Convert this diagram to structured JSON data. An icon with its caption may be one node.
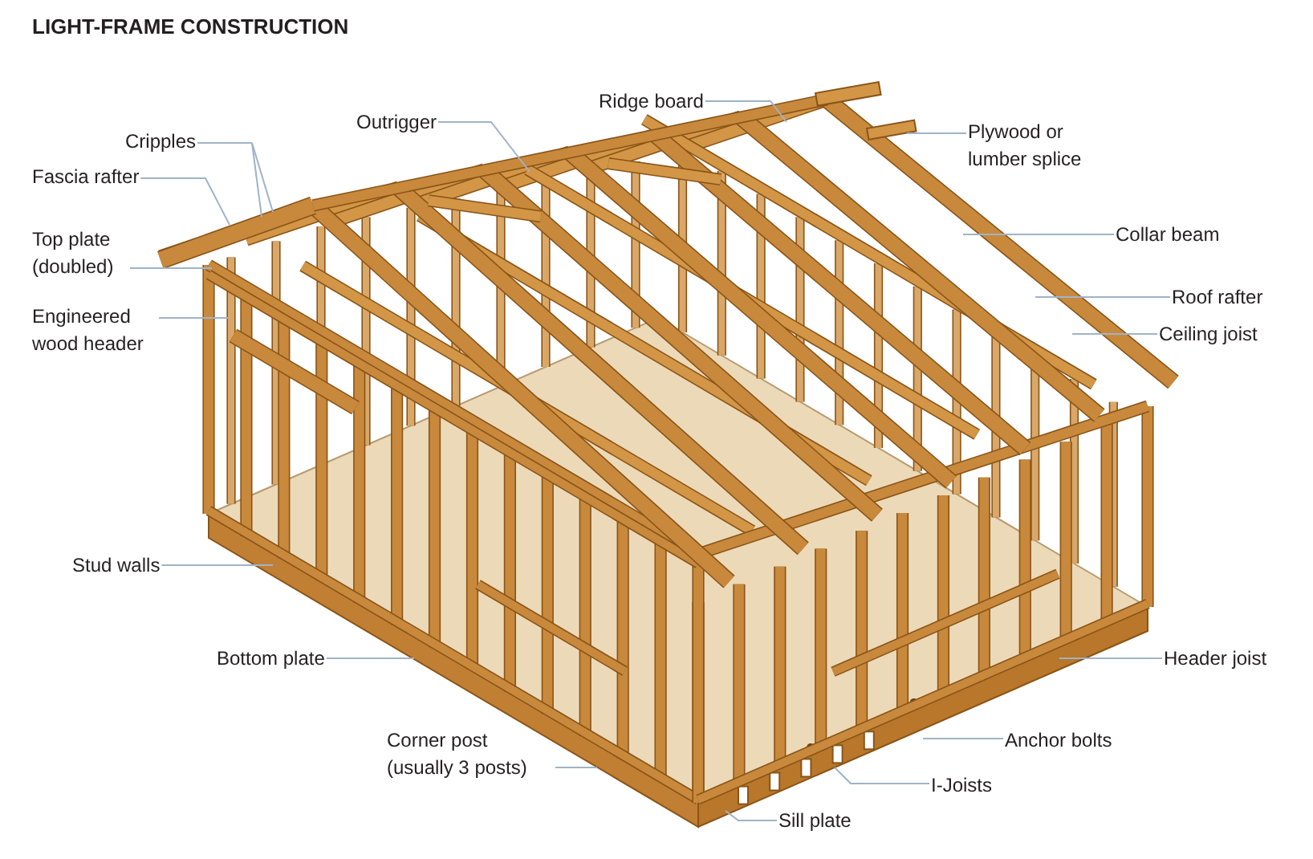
{
  "diagram": {
    "title": "LIGHT-FRAME CONSTRUCTION",
    "nodes": [
      {
        "text": [
          "Cripples"
        ]
      },
      {
        "text": [
          "Fascia rafter"
        ]
      },
      {
        "text": [
          "Top plate (doubled)"
        ]
      },
      {
        "text": [
          "Engineered wood header"
        ]
      },
      {
        "text": [
          "Outrigger"
        ]
      },
      {
        "text": [
          "Ridge board"
        ]
      },
      {
        "text": [
          "Plywood or lumber splice"
        ]
      },
      {
        "text": [
          "Collar beam"
        ]
      },
      {
        "text": [
          "Roof rafter"
        ]
      },
      {
        "text": [
          "Ceiling joist"
        ]
      },
      {
        "text": [
          "Stud walls"
        ]
      },
      {
        "text": [
          "Bottom plate"
        ]
      },
      {
        "text": [
          "Corner post (usually 3 posts)"
        ]
      },
      {
        "text": [
          "Header joist"
        ]
      },
      {
        "text": [
          "Anchor bolts"
        ]
      },
      {
        "text": [
          "I-Joists"
        ]
      },
      {
        "text": [
          "Sill plate"
        ]
      }
    ],
    "edges": [
      {
        "from": 0,
        "to": null,
        "arrow": "none"
      },
      {
        "from": 0,
        "to": null,
        "arrow": "none"
      },
      {
        "from": 1,
        "to": null,
        "arrow": "none"
      },
      {
        "from": 2,
        "to": null,
        "arrow": "none"
      },
      {
        "from": 3,
        "to": null,
        "arrow": "none"
      },
      {
        "from": 4,
        "to": null,
        "arrow": "none"
      },
      {
        "from": 5,
        "to": null,
        "arrow": "none"
      },
      {
        "from": 6,
        "to": null,
        "arrow": "none"
      },
      {
        "from": 7,
        "to": null,
        "arrow": "none"
      },
      {
        "from": 8,
        "to": null,
        "arrow": "none"
      },
      {
        "from": 9,
        "to": null,
        "arrow": "none"
      },
      {
        "from": 10,
        "to": null,
        "arrow": "none"
      },
      {
        "from": 11,
        "to": null,
        "arrow": "none"
      },
      {
        "from": 12,
        "to": null,
        "arrow": "none"
      },
      {
        "from": 13,
        "to": null,
        "arrow": "none"
      },
      {
        "from": 14,
        "to": null,
        "arrow": "none"
      },
      {
        "from": 15,
        "to": null,
        "arrow": "none"
      },
      {
        "from": 16,
        "to": null,
        "arrow": "none"
      }
    ]
  }
}
